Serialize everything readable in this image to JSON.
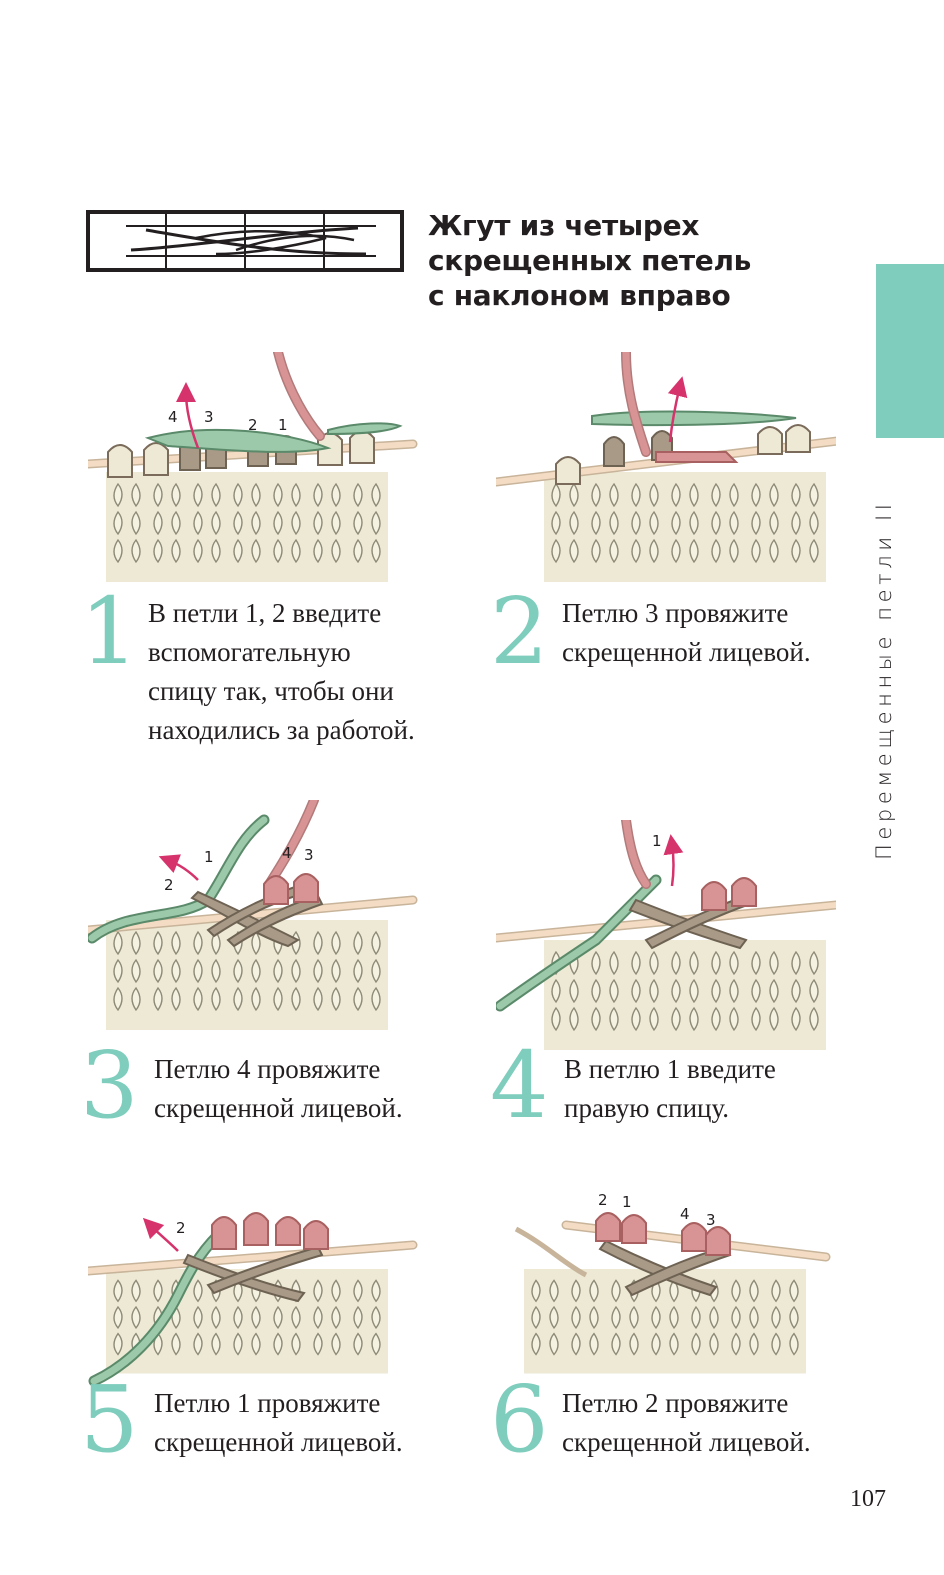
{
  "title": {
    "line1": "Жгут из четырех",
    "line2": "скрещенных петель",
    "line3": "с наклоном вправо"
  },
  "side_label": "Перемещенные петли II",
  "steps": [
    {
      "number": "1",
      "lines": [
        "В петли 1, 2 введите",
        "вспомогательную",
        "спицу так, чтобы они",
        "находились за работой."
      ],
      "labels": [
        "4",
        "3",
        "2",
        "1"
      ]
    },
    {
      "number": "2",
      "lines": [
        "Петлю 3 провяжите",
        "скрещенной лицевой."
      ]
    },
    {
      "number": "3",
      "lines": [
        "Петлю 4 провяжите",
        "скрещенной лицевой."
      ],
      "labels": [
        "1",
        "4",
        "3",
        "2"
      ]
    },
    {
      "number": "4",
      "lines": [
        "В петлю 1 введите",
        "правую спицу."
      ],
      "labels": [
        "1"
      ]
    },
    {
      "number": "5",
      "lines": [
        "Петлю 1 провяжите",
        "скрещенной лицевой."
      ],
      "labels": [
        "2"
      ]
    },
    {
      "number": "6",
      "lines": [
        "Петлю 2 провяжите",
        "скрещенной лицевой."
      ],
      "labels": [
        "2",
        "1",
        "4",
        "3"
      ]
    }
  ],
  "page_number": "107",
  "colors": {
    "accent": "#7ecdbd",
    "text": "#231f20",
    "yarn_cream": "#ede9d4",
    "yarn_taupe": "#a89a87",
    "yarn_pink": "#d89494",
    "needle": "#f3dcc3",
    "needle_green": "#9cc9a9",
    "arrow": "#d6336c"
  },
  "icons": [
    "cable-chart-symbol",
    "knitting-illustration"
  ]
}
